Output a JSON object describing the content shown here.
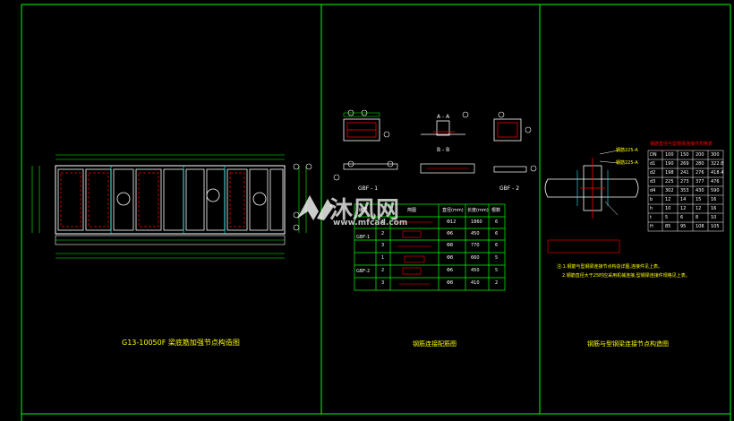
{
  "colors": {
    "background": "#000000",
    "border": "#00ff00",
    "drawing": "#ffffff",
    "text": "#ffff00",
    "rebar": "#ff0000",
    "dim": "#00ff00",
    "cyan": "#00ffff",
    "magenta": "#ff00ff"
  },
  "panels": [
    {
      "id": "left",
      "title": "G13-10050F 梁底筋加强节点构造图"
    },
    {
      "id": "middle",
      "title": "钢筋连接配筋图"
    },
    {
      "id": "right",
      "title": "钢筋与型钢梁连接节点构造图"
    }
  ],
  "middle": {
    "section_labels": [
      "A - A",
      "B - B",
      "GBF - 1",
      "GBF - 2"
    ],
    "table": {
      "headers": [
        "编号",
        "",
        "简图",
        "直径(mm)",
        "长度(mm)",
        "根数"
      ],
      "rows": [
        {
          "group": "GBF-1",
          "no": "1",
          "dia": "Φ12",
          "len": "1860",
          "cnt": "6"
        },
        {
          "group": "",
          "no": "2",
          "dia": "Φ6",
          "len": "450",
          "cnt": "6"
        },
        {
          "group": "",
          "no": "3",
          "dia": "Φ8",
          "len": "770",
          "cnt": "6"
        },
        {
          "group": "GBF-2",
          "no": "1",
          "dia": "Φ8",
          "len": "660",
          "cnt": "5"
        },
        {
          "group": "",
          "no": "2",
          "dia": "Φ6",
          "len": "450",
          "cnt": "5"
        },
        {
          "group": "",
          "no": "3",
          "dia": "Φ8",
          "len": "410",
          "cnt": "2"
        }
      ]
    }
  },
  "right": {
    "labels": [
      "钢筋225-A",
      "钢筋225-A"
    ],
    "table_title": "钢筋直径与型钢梁连接件规格表",
    "table": [
      [
        "DN",
        "100",
        "150",
        "200",
        "300"
      ],
      [
        "d1",
        "190",
        "269",
        "280",
        "322.8"
      ],
      [
        "d2",
        "198",
        "241",
        "276",
        "418.4"
      ],
      [
        "d3",
        "225",
        "273",
        "377",
        "476"
      ],
      [
        "d4",
        "302",
        "353",
        "430",
        "590"
      ],
      [
        "b",
        "12",
        "14",
        "15",
        "16"
      ],
      [
        "h",
        "10",
        "12",
        "12",
        "16"
      ],
      [
        "t",
        "5",
        "6",
        "8",
        "10"
      ],
      [
        "H",
        "85",
        "95",
        "108",
        "105"
      ]
    ],
    "notes": [
      "注:1.钢筋与型钢梁连接节点构造详图,连接件见上表。",
      "2.钢筋直径大于25时应采用机械连接,型钢梁连接件规格见上表。"
    ]
  },
  "watermark": {
    "brand": "沐风网",
    "url": "www.mfcad.com"
  }
}
